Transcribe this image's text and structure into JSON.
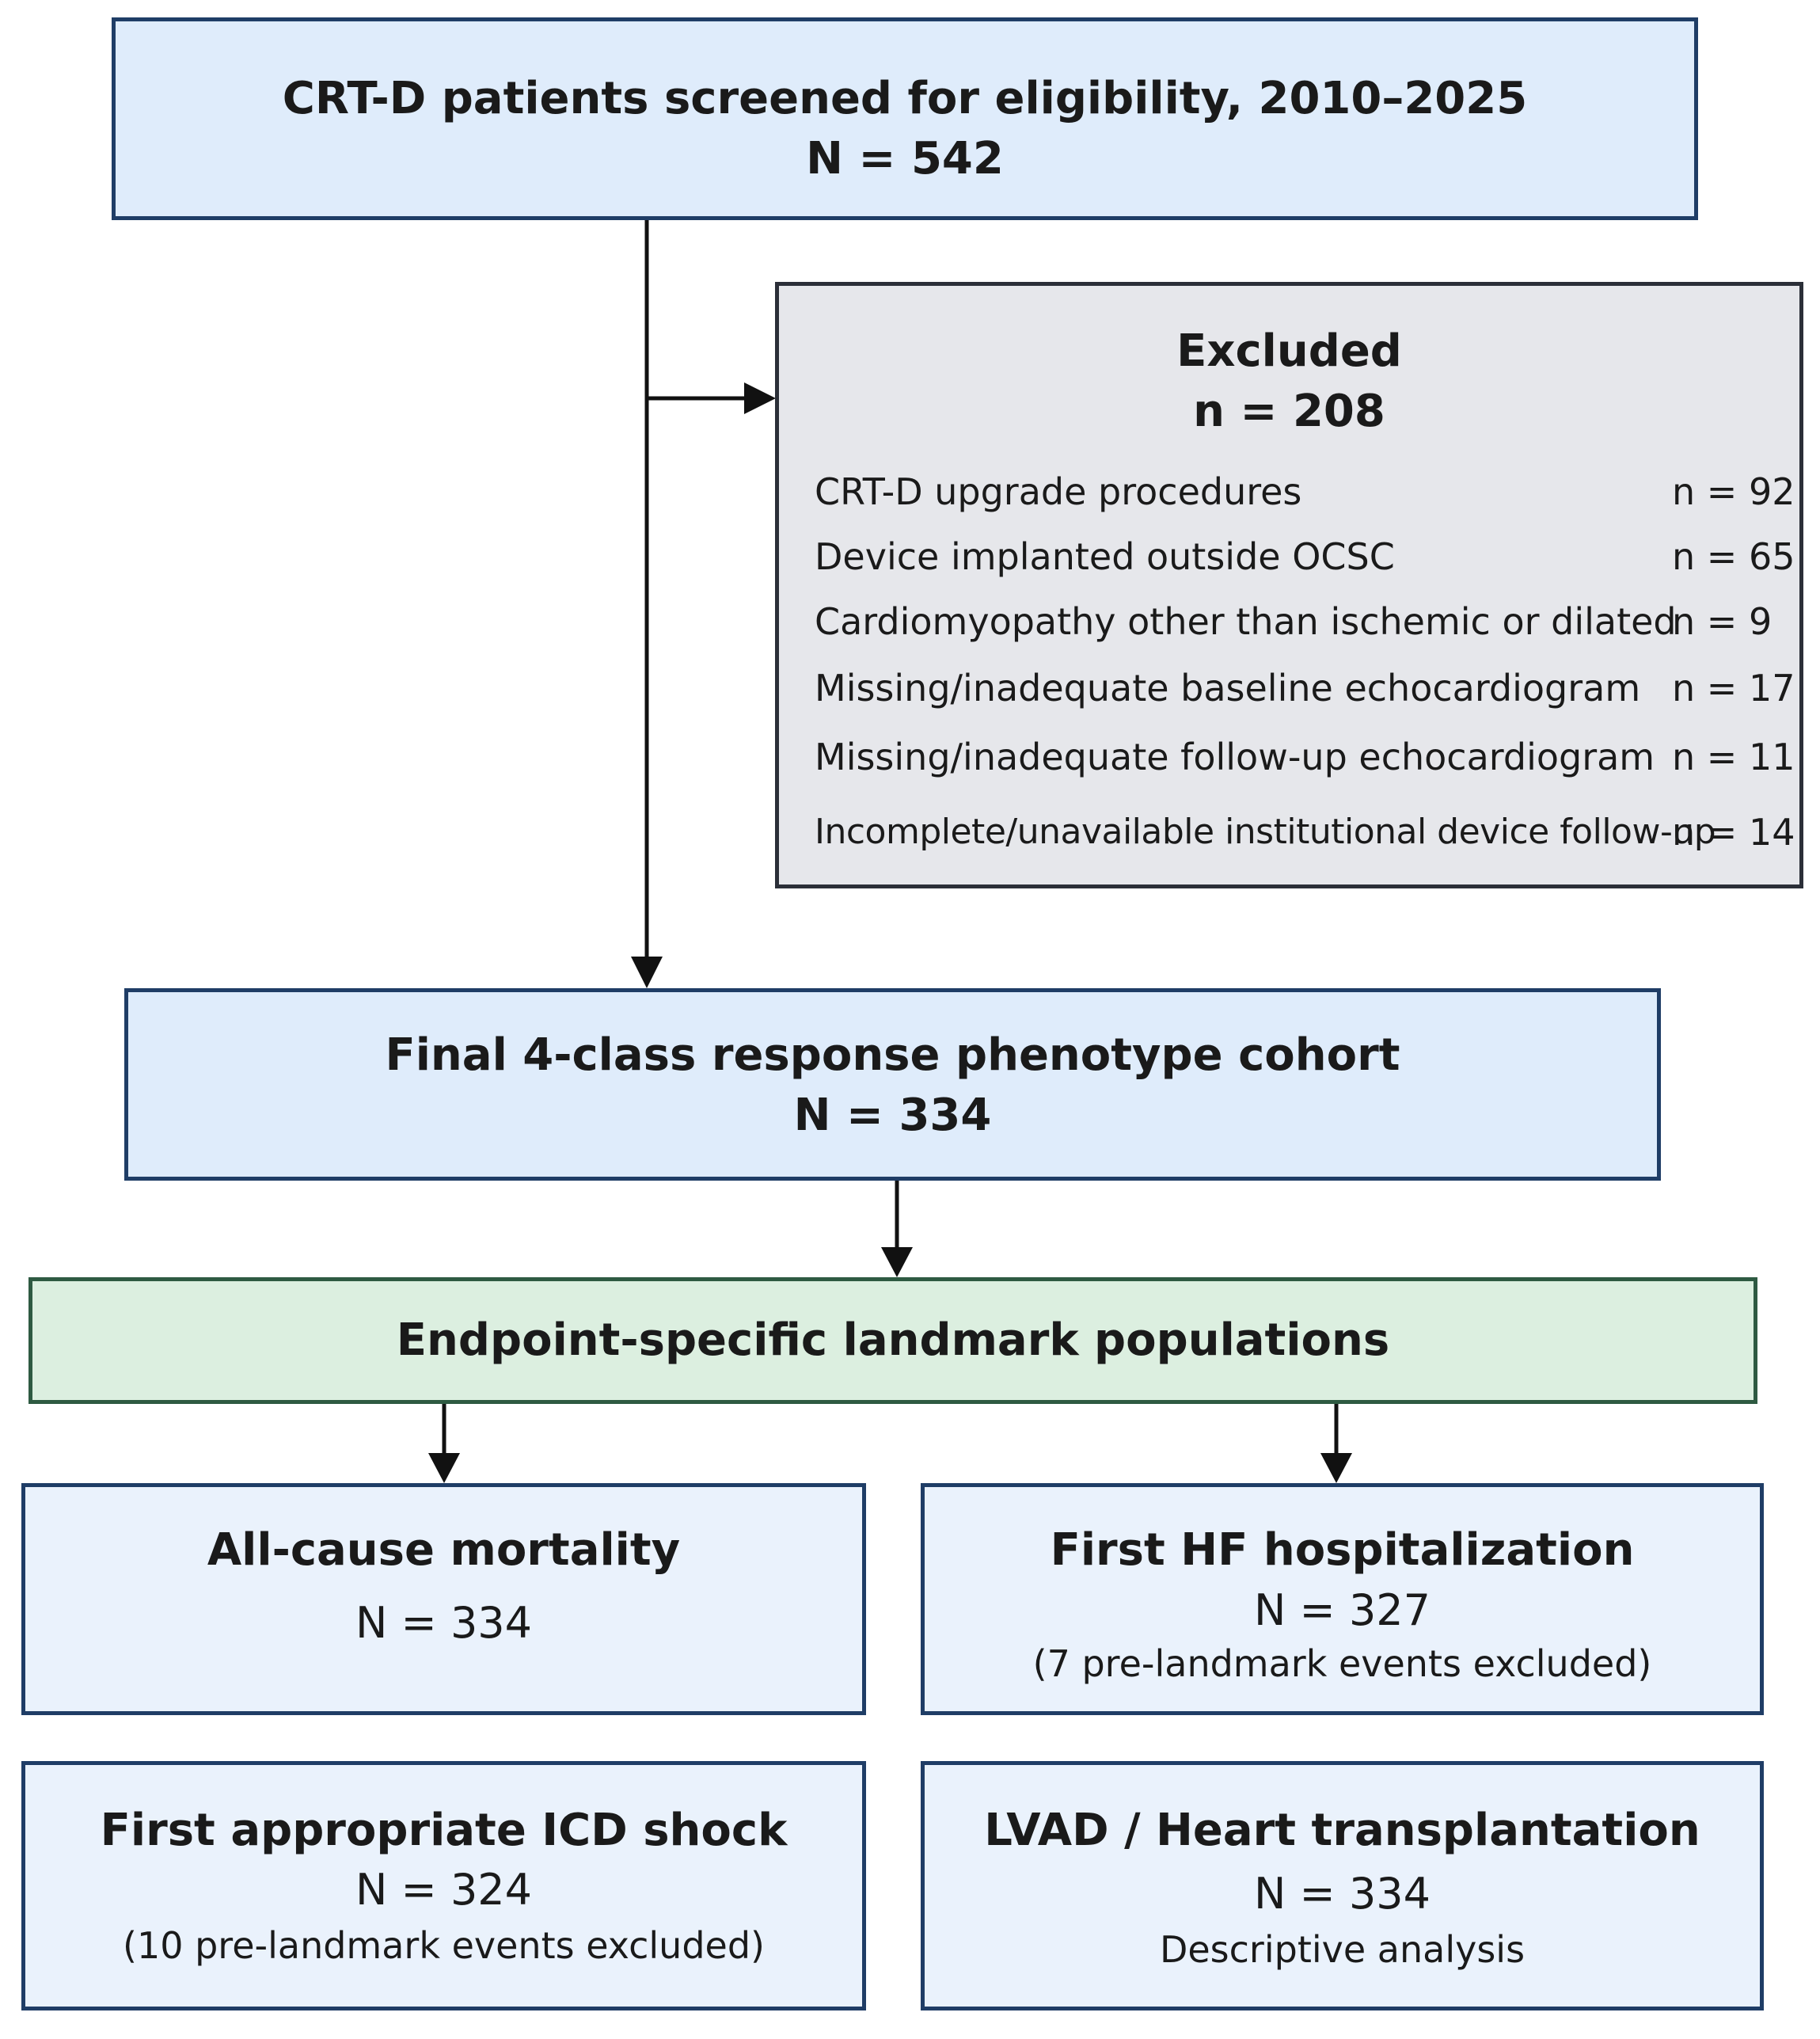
{
  "screened": {
    "title": "CRT-D patients screened for eligibility, 2010–2025",
    "count": "N = 542"
  },
  "excluded": {
    "title": "Excluded",
    "count": "n = 208",
    "reasons": [
      {
        "label": "CRT-D upgrade procedures",
        "count": "n = 92"
      },
      {
        "label": "Device implanted outside OCSC",
        "count": "n = 65"
      },
      {
        "label": "Cardiomyopathy other than ischemic or dilated",
        "count": "n = 9"
      },
      {
        "label": "Missing/inadequate baseline echocardiogram",
        "count": "n = 17"
      },
      {
        "label": "Missing/inadequate follow-up echocardiogram",
        "count": "n = 11"
      },
      {
        "label": "Incomplete/unavailable institutional device follow-up",
        "count": "n = 14"
      }
    ]
  },
  "final_cohort": {
    "title": "Final 4-class response phenotype cohort",
    "count": "N = 334"
  },
  "landmark": {
    "title": "Endpoint-specific landmark populations"
  },
  "endpoints": {
    "mortality": {
      "title": "All-cause mortality",
      "count": "N = 334"
    },
    "hf_hospitalization": {
      "title": "First HF hospitalization",
      "count": "N = 327",
      "note": "(7 pre-landmark events excluded)"
    },
    "icd_shock": {
      "title": "First appropriate ICD shock",
      "count": "N = 324",
      "note": "(10 pre-landmark events excluded)"
    },
    "lvad_transplant": {
      "title": "LVAD / Heart transplantation",
      "count": "N = 334",
      "note": "Descriptive analysis"
    }
  },
  "colors": {
    "box_blue": "#dfecfb",
    "box_grey": "#e6e7eb",
    "box_green": "#dcefe0",
    "border": "#1f3d66",
    "arrow": "#111111"
  }
}
